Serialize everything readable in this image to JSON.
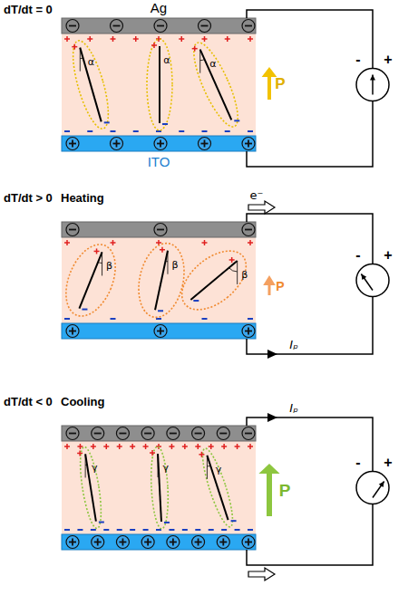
{
  "diagram": {
    "nodes": [
      {
        "text": [
          "Ag"
        ]
      },
      {
        "text": [
          "ITO"
        ]
      }
    ],
    "labels": [
      "dT/dt = 0",
      "α",
      "α",
      "α",
      "P",
      "-",
      "+",
      "dT/dt > 0",
      "Heating",
      "e⁻",
      "β",
      "β",
      "β",
      "P",
      "-",
      "+",
      "Iₚ",
      "dT/dt < 0",
      "Cooling",
      "Iₚ",
      "γ",
      "γ",
      "γ",
      "P",
      "-",
      "+"
    ]
  }
}
